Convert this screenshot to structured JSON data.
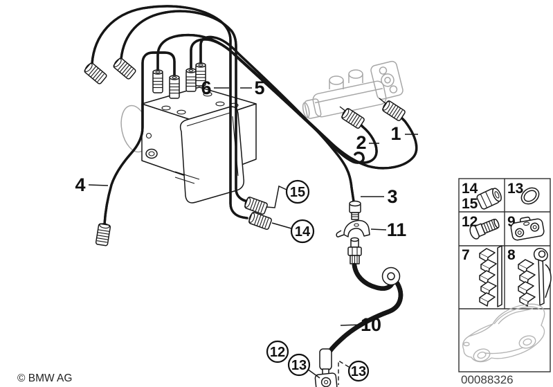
{
  "page": {
    "copyright": "© BMW AG",
    "image_number": "00088326",
    "line_color": "#161616",
    "ghost_color": "#a6a6a6"
  },
  "callouts": {
    "plain": [
      {
        "text": "1"
      },
      {
        "text": "2"
      },
      {
        "text": "3"
      },
      {
        "text": "4"
      },
      {
        "text": "5"
      },
      {
        "text": "6"
      },
      {
        "text": "10"
      },
      {
        "text": "11"
      }
    ],
    "circled": [
      {
        "text": "15"
      },
      {
        "text": "14"
      },
      {
        "text": "12"
      },
      {
        "text": "13"
      },
      {
        "text": "13"
      }
    ]
  },
  "legend": {
    "cells": [
      {
        "labels": [
          "14",
          "15"
        ],
        "part": "tube-union-nut"
      },
      {
        "labels": [
          "13"
        ],
        "part": "o-ring"
      },
      {
        "labels": [
          "12"
        ],
        "part": "hollow-bolt"
      },
      {
        "labels": [
          "9"
        ],
        "part": "double-pipe-clamp"
      },
      {
        "labels": [
          "7"
        ],
        "part": "pipe-clip-rail"
      },
      {
        "labels": [
          "8"
        ],
        "part": "pipe-clip-rail-with-holder"
      }
    ],
    "vehicle": "car-thumbnail"
  }
}
